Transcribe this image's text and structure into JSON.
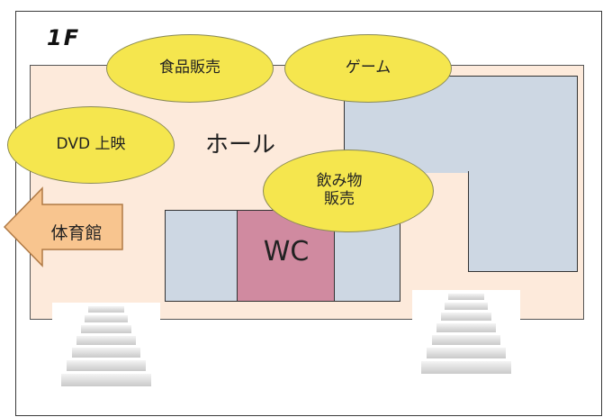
{
  "floor": {
    "label": "1F"
  },
  "hall": {
    "label": "ホール"
  },
  "restroom": {
    "label": "WC"
  },
  "booths": {
    "food": "食品販売",
    "game": "ゲーム",
    "dvd": "DVD 上映",
    "drink_line1": "飲み物",
    "drink_line2": "販売"
  },
  "exit": {
    "label": "体育館",
    "direction": "left"
  },
  "colors": {
    "hall": "#fdeadb",
    "rooms": "#cdd7e3",
    "restroom": "#d08aa0",
    "booth": "#f5e64e",
    "exit_arrow": "#f8c58f"
  }
}
